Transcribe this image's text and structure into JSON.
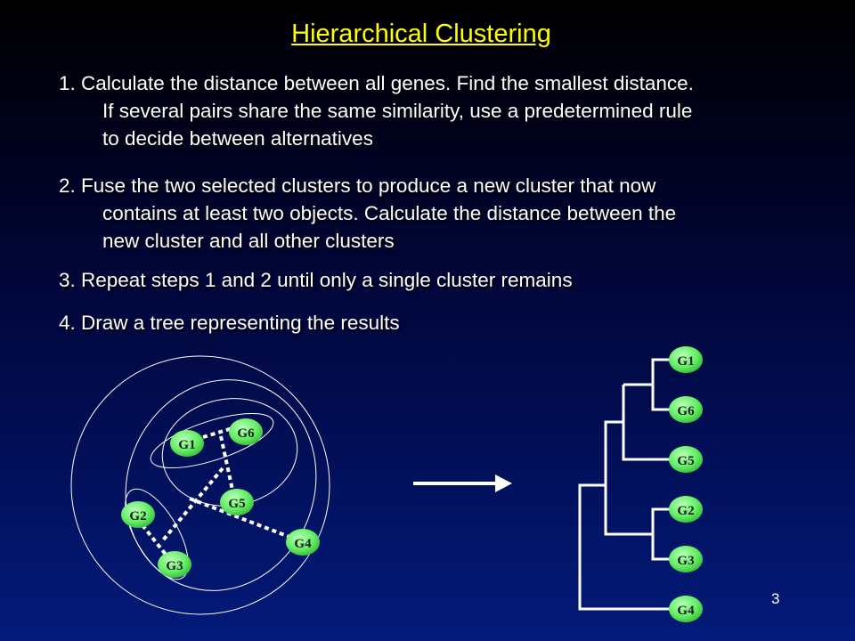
{
  "title": "Hierarchical Clustering",
  "steps": [
    {
      "lead": "1. Calculate the distance between all genes. Find the smallest distance.",
      "cont": [
        "If several pairs share the same similarity, use a predetermined rule",
        "to decide between alternatives"
      ]
    },
    {
      "lead": "2. Fuse the two selected clusters to produce a new cluster that now",
      "cont": [
        "contains at least two objects. Calculate the distance between the",
        "new cluster and all other clusters"
      ]
    },
    {
      "lead": "3. Repeat steps 1 and 2 until only a single cluster remains",
      "cont": []
    },
    {
      "lead": "4. Draw a tree representing the results",
      "cont": []
    }
  ],
  "cluster_nodes": [
    "G1",
    "G6",
    "G5",
    "G2",
    "G3",
    "G4"
  ],
  "tree_leaves": [
    "G1",
    "G6",
    "G5",
    "G2",
    "G3",
    "G4"
  ],
  "page_number": "3",
  "colors": {
    "title": "#ffff00",
    "node_fill": "#66ee66",
    "line": "#ffffff"
  }
}
